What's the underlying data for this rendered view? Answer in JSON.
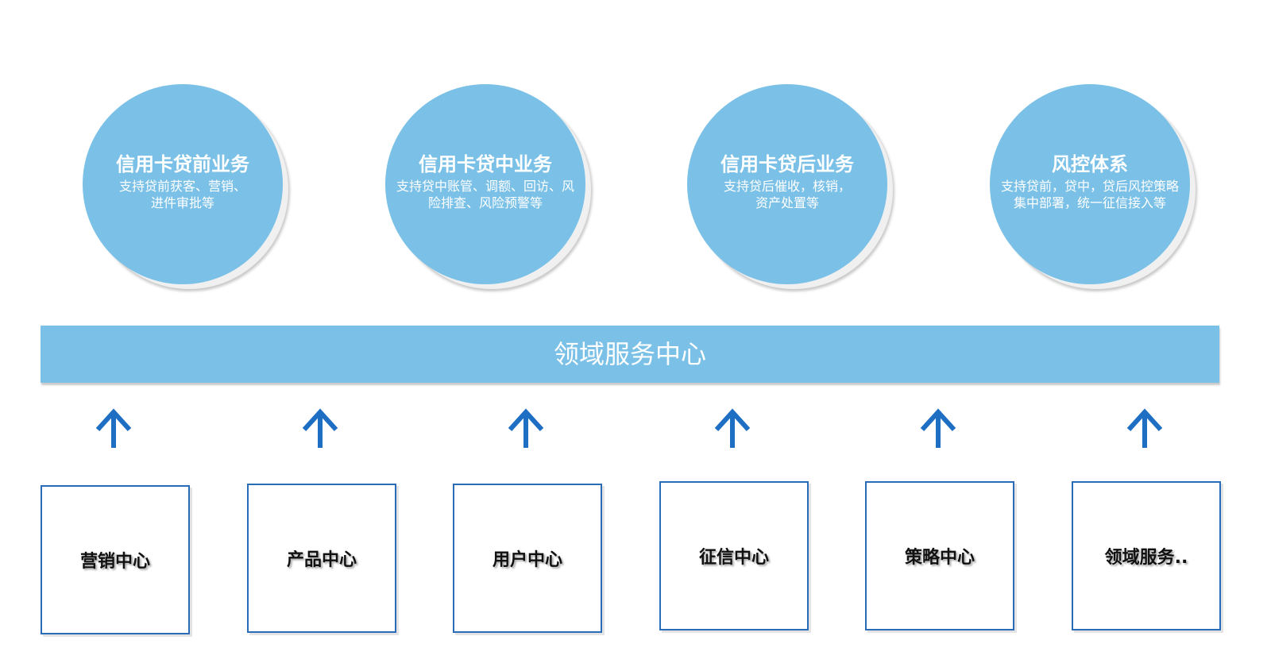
{
  "colors": {
    "circle_fill": "#7bc1e7",
    "band_fill": "#7bc1e7",
    "arrow": "#1e6ec3",
    "box_border": "#2b6cb8",
    "text_light": "#ffffff",
    "text_dark": "#111111"
  },
  "business": [
    {
      "title": "信用卡贷前业务",
      "desc": [
        "支持贷前获客、营销、",
        "进件审批等"
      ]
    },
    {
      "title": "信用卡贷中业务",
      "desc": [
        "支持贷中账管、调额、回访、风",
        "险排查、风险预警等"
      ]
    },
    {
      "title": "信用卡贷后业务",
      "desc": [
        "支持贷后催收，核销，",
        "资产处置等"
      ]
    },
    {
      "title": "风控体系",
      "desc": [
        "支持贷前，贷中，贷后风控策略",
        "集中部署，统一征信接入等"
      ]
    }
  ],
  "domain_center": {
    "label": "领域服务中心"
  },
  "arrow_icon": "arrow-up-icon",
  "centers": [
    {
      "label": "营销中心"
    },
    {
      "label": "产品中心"
    },
    {
      "label": "用户中心"
    },
    {
      "label": "征信中心"
    },
    {
      "label": "策略中心"
    },
    {
      "label": "领域服务.."
    }
  ]
}
